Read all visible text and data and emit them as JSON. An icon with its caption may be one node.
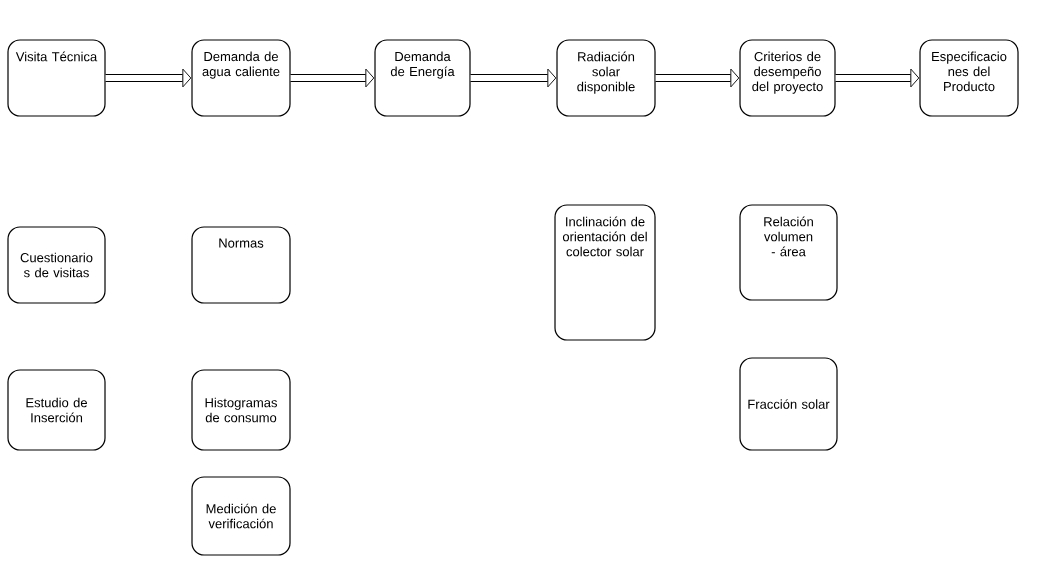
{
  "diagram": {
    "nodes": [
      {
        "text": [
          "Visita Técnica"
        ]
      },
      {
        "text": [
          "Demanda de agua caliente"
        ]
      },
      {
        "text": [
          "Demanda de Energía"
        ]
      },
      {
        "text": [
          "Radiación solar disponible"
        ]
      },
      {
        "text": [
          "Criterios de desempeño del proyecto"
        ]
      },
      {
        "text": [
          "Especificacio nes del Producto"
        ]
      },
      {
        "text": [
          "Cuestionario s de visitas"
        ]
      },
      {
        "text": [
          "Normas"
        ]
      },
      {
        "text": [
          "Inclinación de orientación del colector solar"
        ]
      },
      {
        "text": [
          "Relación volumen - área"
        ]
      },
      {
        "text": [
          "Estudio de Inserción"
        ]
      },
      {
        "text": [
          "Histogramas de consumo"
        ]
      },
      {
        "text": [
          "Fracción solar"
        ]
      },
      {
        "text": [
          "Medición de verificación"
        ]
      }
    ],
    "edges": [
      {
        "from": 0,
        "to": 1,
        "arrow": "to"
      },
      {
        "from": 1,
        "to": 2,
        "arrow": "to"
      },
      {
        "from": 2,
        "to": 3,
        "arrow": "to"
      },
      {
        "from": 3,
        "to": 4,
        "arrow": "to"
      },
      {
        "from": 4,
        "to": 5,
        "arrow": "to"
      }
    ]
  }
}
